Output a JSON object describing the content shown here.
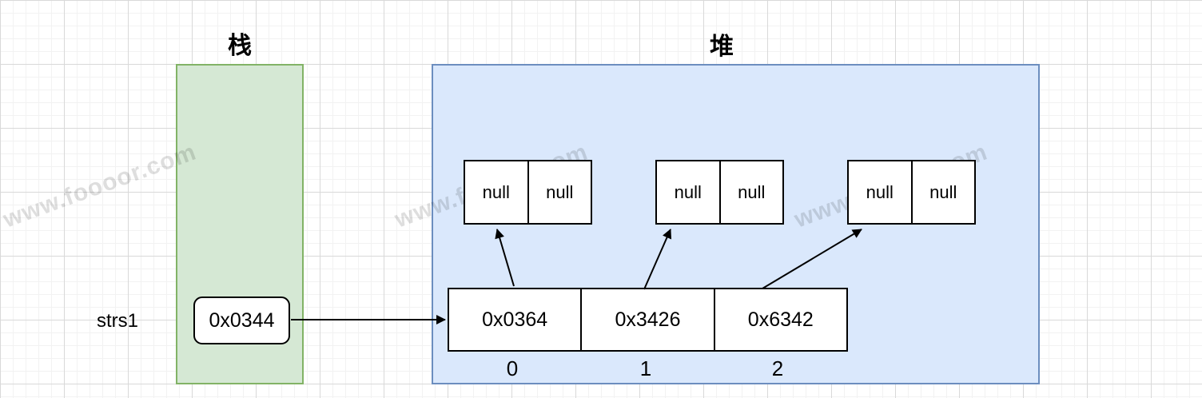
{
  "watermark": {
    "text": "www.foooor.com"
  },
  "stack": {
    "title": "栈",
    "variable_label": "strs1",
    "pointer_value": "0x0344"
  },
  "heap": {
    "title": "堆",
    "array": {
      "cells": [
        {
          "value": "0x0364",
          "index": "0"
        },
        {
          "value": "0x3426",
          "index": "1"
        },
        {
          "value": "0x6342",
          "index": "2"
        }
      ]
    },
    "nodes": [
      {
        "left": "null",
        "right": "null"
      },
      {
        "left": "null",
        "right": "null"
      },
      {
        "left": "null",
        "right": "null"
      }
    ]
  },
  "colors": {
    "stack_fill": "#d5e8d4",
    "stack_border": "#82b366",
    "heap_fill": "#dae8fc",
    "heap_border": "#6c8ebf",
    "box_border": "#000000",
    "grid_minor": "#f2f2f2",
    "grid_major": "#d9d9d9",
    "watermark": "rgba(0,0,0,0.13)"
  }
}
